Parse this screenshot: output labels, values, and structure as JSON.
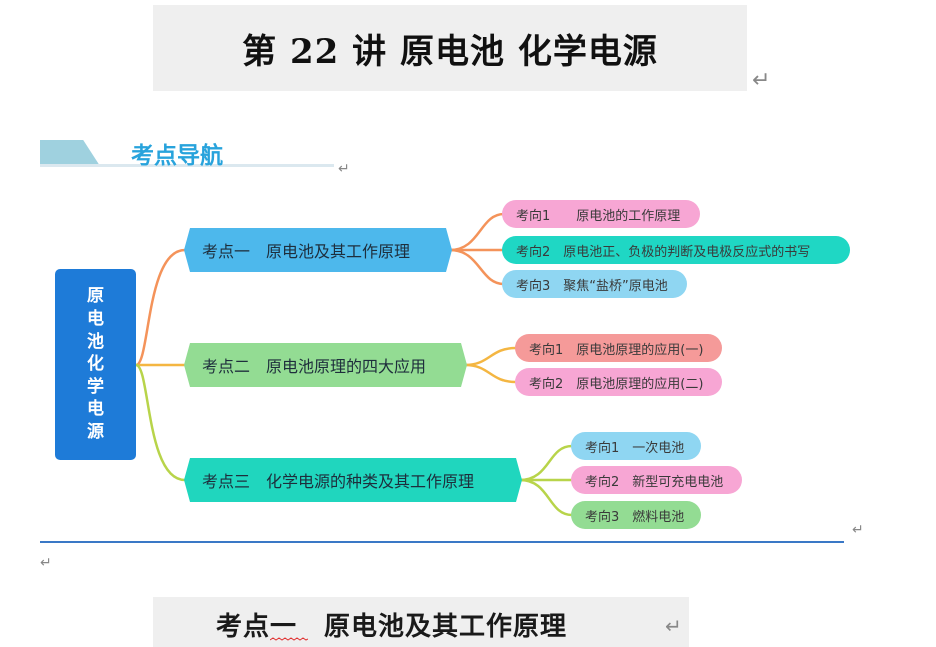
{
  "title": "第 22 讲  原电池  化学电源",
  "para_mark": "↵",
  "section_label": "考点导航",
  "mindmap": {
    "root_chars": [
      "原",
      "电",
      "池",
      "化",
      "学",
      "电",
      "源"
    ],
    "kaodian": [
      {
        "label": "考点一　原电池及其工作原理",
        "color": "#4db8ec",
        "kaoxiang": [
          {
            "label": "考向1　　原电池的工作原理",
            "color": "#f7a6d4"
          },
          {
            "label": "考向2　原电池正、负极的判断及电极反应式的书写",
            "color": "#1fd7c4"
          },
          {
            "label": "考向3　聚焦“盐桥”原电池",
            "color": "#8fd6f2"
          }
        ]
      },
      {
        "label": "考点二　原电池原理的四大应用",
        "color": "#93dc93",
        "kaoxiang": [
          {
            "label": "考向1　原电池原理的应用(一)",
            "color": "#f59a99"
          },
          {
            "label": "考向2　原电池原理的应用(二)",
            "color": "#f7a6d4"
          }
        ]
      },
      {
        "label": "考点三　化学电源的种类及其工作原理",
        "color": "#20d6be",
        "kaoxiang": [
          {
            "label": "考向1　一次电池",
            "color": "#8fd6f2"
          },
          {
            "label": "考向2　新型可充电电池",
            "color": "#f7a6d4"
          },
          {
            "label": "考向3　燃料电池",
            "color": "#93dc93"
          }
        ]
      }
    ]
  },
  "section_heading": "考点一　原电池及其工作原理"
}
